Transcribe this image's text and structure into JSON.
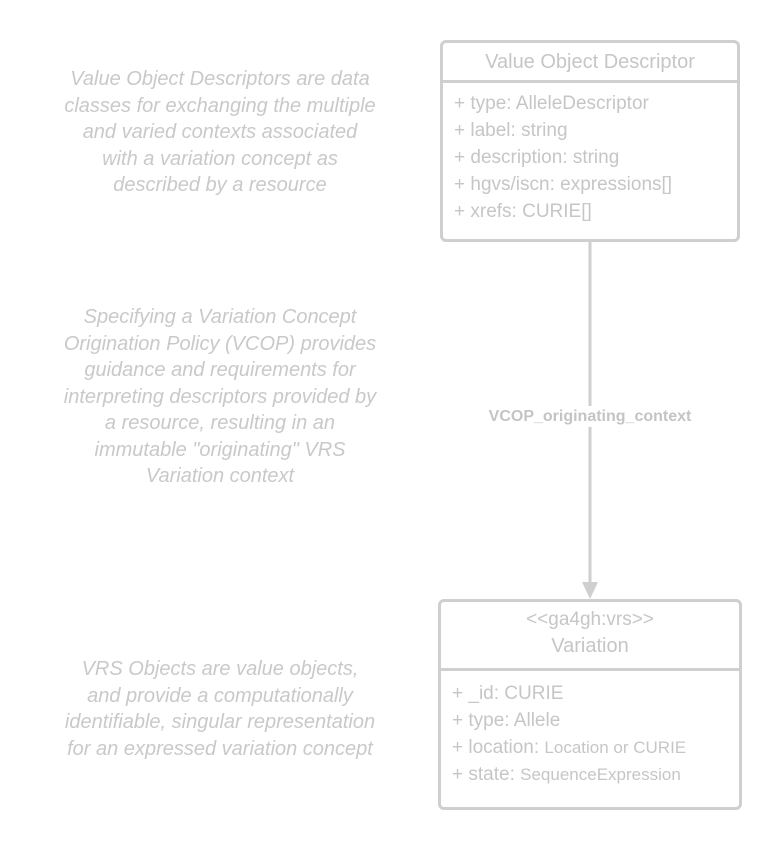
{
  "notes": {
    "value_object_descriptors": [
      "Value Object Descriptors are data",
      "classes for exchanging the multiple",
      "and varied contexts associated",
      "with a variation concept as",
      "described by a resource"
    ],
    "vcop": [
      "Specifying a Variation Concept",
      "Origination Policy (VCOP) provides",
      "guidance and requirements for",
      "interpreting descriptors provided by",
      "a resource, resulting in an",
      "immutable \"originating\" VRS",
      "Variation context"
    ],
    "vrs_objects": [
      "VRS Objects are value objects,",
      "and provide a computationally",
      "identifiable, singular representation",
      "for an expressed variation concept"
    ]
  },
  "value_object_descriptor": {
    "title": "Value Object Descriptor",
    "attributes": [
      {
        "name": "+ type: ",
        "type": "AlleleDescriptor"
      },
      {
        "name": "+ label: ",
        "type": "string"
      },
      {
        "name": "+ description: ",
        "type": "string"
      },
      {
        "name": "+ hgvs/iscn: ",
        "type": "expressions[]"
      },
      {
        "name": "+ xrefs: ",
        "type": "CURIE[]"
      }
    ]
  },
  "variation": {
    "stereotype": "<<ga4gh:vrs>>",
    "title": "Variation",
    "attributes": [
      {
        "name": "+ _id: ",
        "type": "CURIE"
      },
      {
        "name": "+ type: ",
        "type": "Allele"
      },
      {
        "name": "+ location: ",
        "type": "Location or CURIE"
      },
      {
        "name": "+ state: ",
        "type": "SequenceExpression"
      }
    ]
  },
  "connector": {
    "label": "VCOP_originating_context",
    "color": "#cfcfcf"
  }
}
